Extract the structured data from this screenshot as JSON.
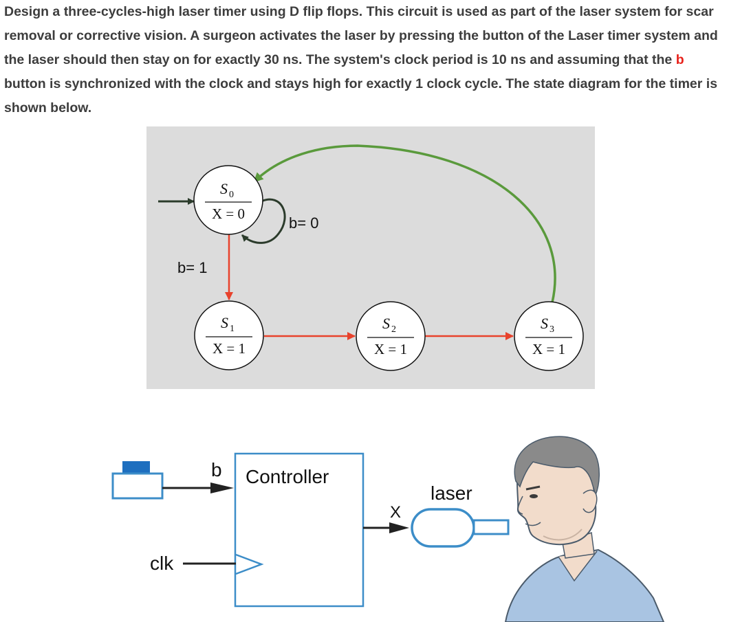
{
  "problem": {
    "text_before": "Design a three-cycles-high laser timer using D flip flops. This circuit is used as part of the laser system for scar removal or corrective vision. A surgeon activates the laser by pressing the button of the Laser timer system and the laser should then stay on for exactly 30 ns. The system's clock period is 10 ns and assuming that the ",
    "highlight": "b",
    "text_after": " button is synchronized with the clock and stays high for exactly 1 clock cycle. The state diagram for the timer is shown below.",
    "highlight_color": "#e8231c"
  },
  "state_diagram": {
    "background": "#dcdcdc",
    "states": [
      {
        "id": "S0",
        "name": "S",
        "sub": "0",
        "output": "X = 0"
      },
      {
        "id": "S1",
        "name": "S",
        "sub": "1",
        "output": "X = 1"
      },
      {
        "id": "S2",
        "name": "S",
        "sub": "2",
        "output": "X = 1"
      },
      {
        "id": "S3",
        "name": "S",
        "sub": "3",
        "output": "X = 1"
      }
    ],
    "transitions": [
      {
        "from": "S0",
        "to": "S0",
        "label": "b= 0",
        "color": "#2b3b2b"
      },
      {
        "from": "S0",
        "to": "S1",
        "label": "b= 1",
        "color": "#e8422c"
      },
      {
        "from": "S1",
        "to": "S2",
        "label": "",
        "color": "#e8422c"
      },
      {
        "from": "S2",
        "to": "S3",
        "label": "",
        "color": "#e8422c"
      },
      {
        "from": "S3",
        "to": "S0",
        "label": "",
        "color": "#5a9a3c"
      }
    ]
  },
  "system_figure": {
    "button_input_label": "b",
    "controller_label": "Controller",
    "clock_label": "clk",
    "output_label": "X",
    "laser_label": "laser",
    "controller_color": "#3c8dc8",
    "button_color": "#1e6fbf"
  }
}
